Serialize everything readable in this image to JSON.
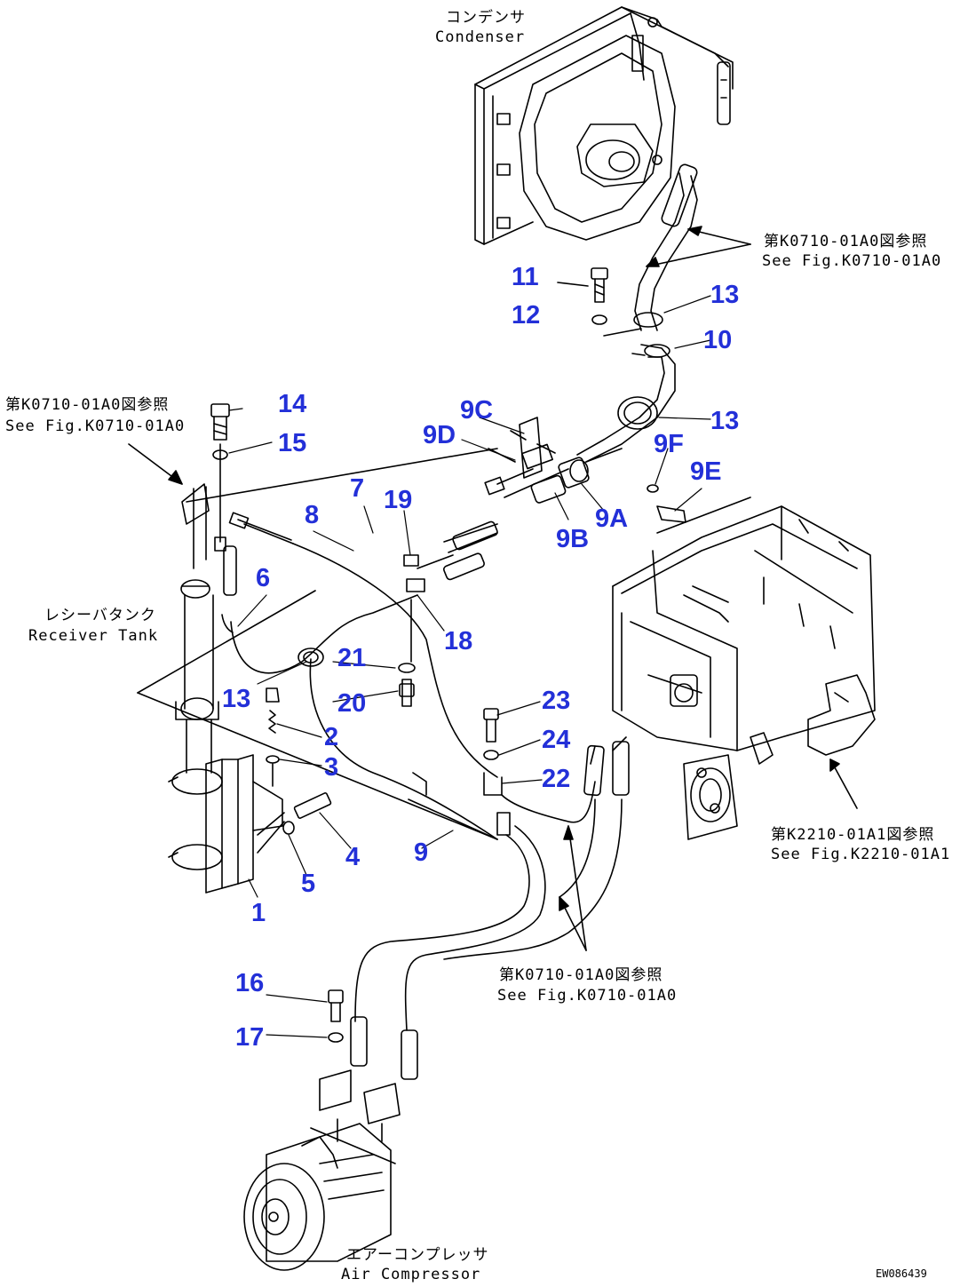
{
  "colors": {
    "line": "#000000",
    "part_number": "#2330d8",
    "background": "#ffffff"
  },
  "components": {
    "condenser": {
      "jp": "コンデンサ",
      "en": "Condenser"
    },
    "receiver_tank": {
      "jp": "レシーバタンク",
      "en": "Receiver Tank"
    },
    "air_compressor": {
      "jp": "エアーコンプレッサ",
      "en": "Air Compressor"
    }
  },
  "references": {
    "top_right": {
      "jp": "第K0710-01A0図参照",
      "en": "See Fig.K0710-01A0"
    },
    "top_left": {
      "jp": "第K0710-01A0図参照",
      "en": "See Fig.K0710-01A0"
    },
    "right": {
      "jp": "第K2210-01A1図参照",
      "en": "See Fig.K2210-01A1"
    },
    "bottom": {
      "jp": "第K0710-01A0図参照",
      "en": "See Fig.K0710-01A0"
    }
  },
  "part_numbers": [
    "1",
    "2",
    "3",
    "4",
    "5",
    "6",
    "7",
    "8",
    "9",
    "9A",
    "9B",
    "9C",
    "9D",
    "9E",
    "9F",
    "10",
    "11",
    "12",
    "13",
    "13",
    "13",
    "14",
    "15",
    "16",
    "17",
    "18",
    "19",
    "20",
    "21",
    "22",
    "23",
    "24"
  ],
  "drawing_code": "EW086439"
}
